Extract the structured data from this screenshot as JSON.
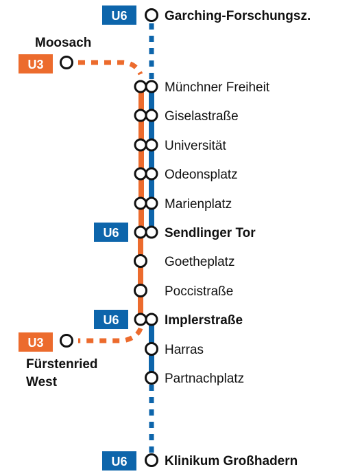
{
  "colors": {
    "u6": "#0d65ab",
    "u3": "#ec6b2d",
    "station_stroke": "#111111",
    "text": "#111111"
  },
  "lines": {
    "u6": {
      "label": "U6"
    },
    "u3": {
      "label": "U3"
    }
  },
  "terminals": {
    "u6_north": {
      "line": "U6",
      "station": "Garching-Forschungsz."
    },
    "u3_north": {
      "line": "U3",
      "station": "Moosach"
    },
    "u3_south": {
      "line": "U3",
      "station_line1": "Fürstenried",
      "station_line2": "West"
    },
    "u6_south": {
      "line": "U6",
      "station": "Klinikum Großhadern"
    }
  },
  "stations": [
    {
      "name": "Münchner Freiheit",
      "served_by": [
        "U3",
        "U6"
      ],
      "transfer_badge": ""
    },
    {
      "name": "Giselastraße",
      "served_by": [
        "U3",
        "U6"
      ],
      "transfer_badge": ""
    },
    {
      "name": "Universität",
      "served_by": [
        "U3",
        "U6"
      ],
      "transfer_badge": ""
    },
    {
      "name": "Odeonsplatz",
      "served_by": [
        "U3",
        "U6"
      ],
      "transfer_badge": ""
    },
    {
      "name": "Marienplatz",
      "served_by": [
        "U3",
        "U6"
      ],
      "transfer_badge": ""
    },
    {
      "name": "Sendlinger Tor",
      "served_by": [
        "U3",
        "U6"
      ],
      "transfer_badge": "U6"
    },
    {
      "name": "Goetheplatz",
      "served_by": [
        "U3"
      ],
      "transfer_badge": ""
    },
    {
      "name": "Poccistraße",
      "served_by": [
        "U3"
      ],
      "transfer_badge": ""
    },
    {
      "name": "Implerstraße",
      "served_by": [
        "U3",
        "U6"
      ],
      "transfer_badge": "U6"
    },
    {
      "name": "Harras",
      "served_by": [
        "U6"
      ],
      "transfer_badge": ""
    },
    {
      "name": "Partnachplatz",
      "served_by": [
        "U6"
      ],
      "transfer_badge": ""
    }
  ]
}
